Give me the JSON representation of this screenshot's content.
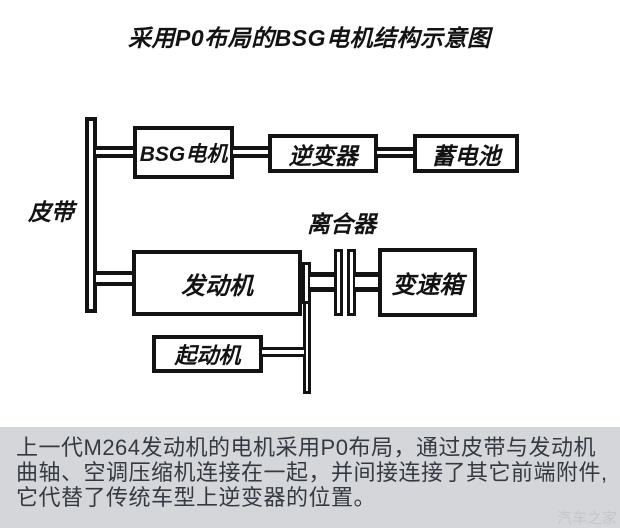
{
  "title": "采用P0布局的BSG电机结构示意图",
  "diagram": {
    "line_color": "#131313",
    "labels": {
      "belt": "皮带",
      "clutch": "离合器"
    },
    "boxes": {
      "bsg_motor": "BSG电机",
      "inverter": "逆变器",
      "battery": "蓄电池",
      "engine": "发动机",
      "gearbox": "变速箱",
      "starter": "起动机"
    }
  },
  "caption": {
    "background": "#d4d6da",
    "text_color": "#353a42",
    "lines": [
      "上一代M264发动机的电机采用P0布局，通过皮带与发动机",
      "曲轴、空调压缩机连接在一起，并间接连接了其它前端附件,",
      "它代替了传统车型上逆变器的位置。"
    ]
  },
  "watermark": "汽车之家"
}
